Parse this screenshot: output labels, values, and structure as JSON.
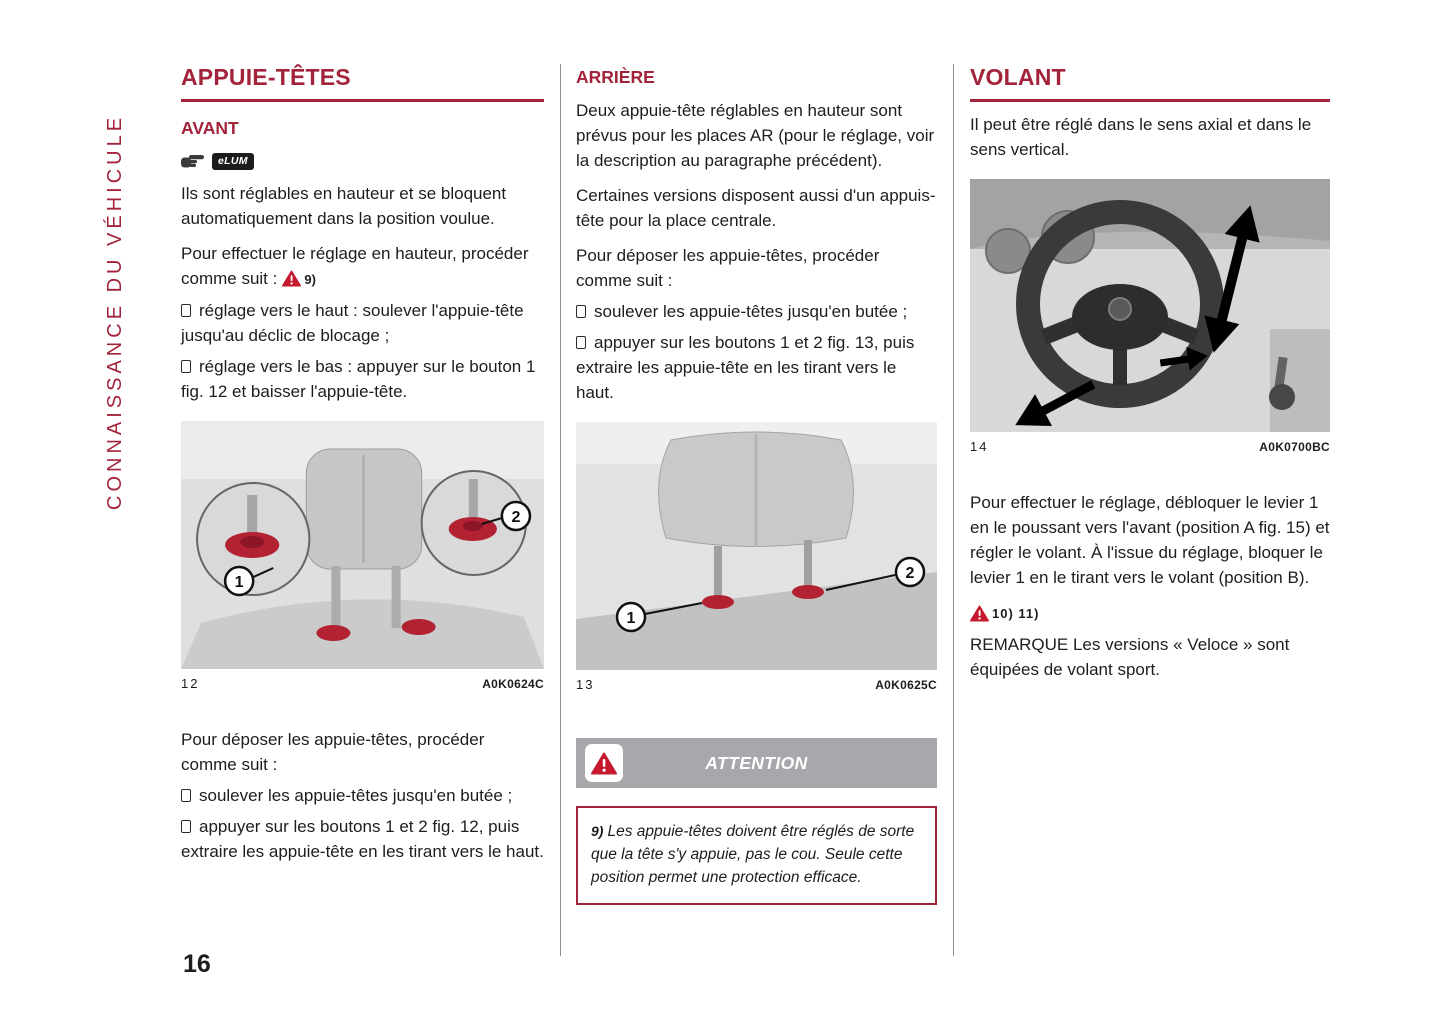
{
  "page": {
    "number": "16",
    "sidebar_text": "CONNAISSANCE DU VÉHICULE"
  },
  "colors": {
    "accent_red": "#a2233a",
    "warning_red": "#c51a2e",
    "banner_gray": "#a6a8ab",
    "text": "#1d1d1b"
  },
  "icons": {
    "hand": "pointing-hand-icon",
    "warning": "warning-triangle-icon",
    "bullet": "checkbox-bullet-icon"
  },
  "col1": {
    "title": "APPUIE-TÊTES",
    "subtitle": "AVANT",
    "elum_label": "eLUM",
    "p1": "Ils sont réglables en hauteur et se bloquent automatiquement dans la position voulue.",
    "p2": "Pour effectuer le réglage en hauteur, procéder comme suit :",
    "p2_ref": "9)",
    "b1": "réglage vers le haut : soulever l'appuie-tête jusqu'au déclic de blocage ;",
    "b2": "réglage vers le bas : appuyer sur le bouton 1 fig. 12 et baisser l'appuie-tête.",
    "fig": {
      "num": "12",
      "code": "A0K0624C",
      "callout1": "1",
      "callout2": "2"
    },
    "p3": "Pour déposer les appuie-têtes, procéder comme suit :",
    "b3": "soulever les appuie-têtes jusqu'en butée ;",
    "b4": "appuyer sur les boutons 1 et 2 fig. 12, puis extraire les appuie-tête en les tirant vers le haut."
  },
  "col2": {
    "subtitle": "ARRIÈRE",
    "p1": "Deux appuie-tête réglables en hauteur sont prévus pour les places AR (pour le réglage, voir la description au paragraphe précédent).",
    "p2": "Certaines versions disposent aussi d'un appuis-tête pour la place centrale.",
    "p3": "Pour déposer les appuie-têtes, procéder comme suit :",
    "b1": "soulever les appuie-têtes jusqu'en butée ;",
    "b2": "appuyer sur les boutons 1 et 2 fig. 13, puis extraire les appuie-tête en les tirant vers le haut.",
    "fig": {
      "num": "13",
      "code": "A0K0625C",
      "callout1": "1",
      "callout2": "2"
    },
    "attention_label": "ATTENTION",
    "note_ref": "9)",
    "note_text": "Les appuie-têtes doivent être réglés de sorte que la tête s'y appuie, pas le cou. Seule cette position permet une protection efficace."
  },
  "col3": {
    "title": "VOLANT",
    "p1": "Il peut être réglé dans le sens axial et dans le sens vertical.",
    "fig": {
      "num": "14",
      "code": "A0K0700BC"
    },
    "p2": "Pour effectuer le réglage, débloquer le levier 1 en le poussant vers l'avant (position A fig. 15) et régler le volant. À l'issue du réglage, bloquer le levier 1 en le tirant vers le volant (position B).",
    "warn_refs": "10) 11)",
    "p3": "REMARQUE Les versions « Veloce » sont équipées de volant sport."
  }
}
